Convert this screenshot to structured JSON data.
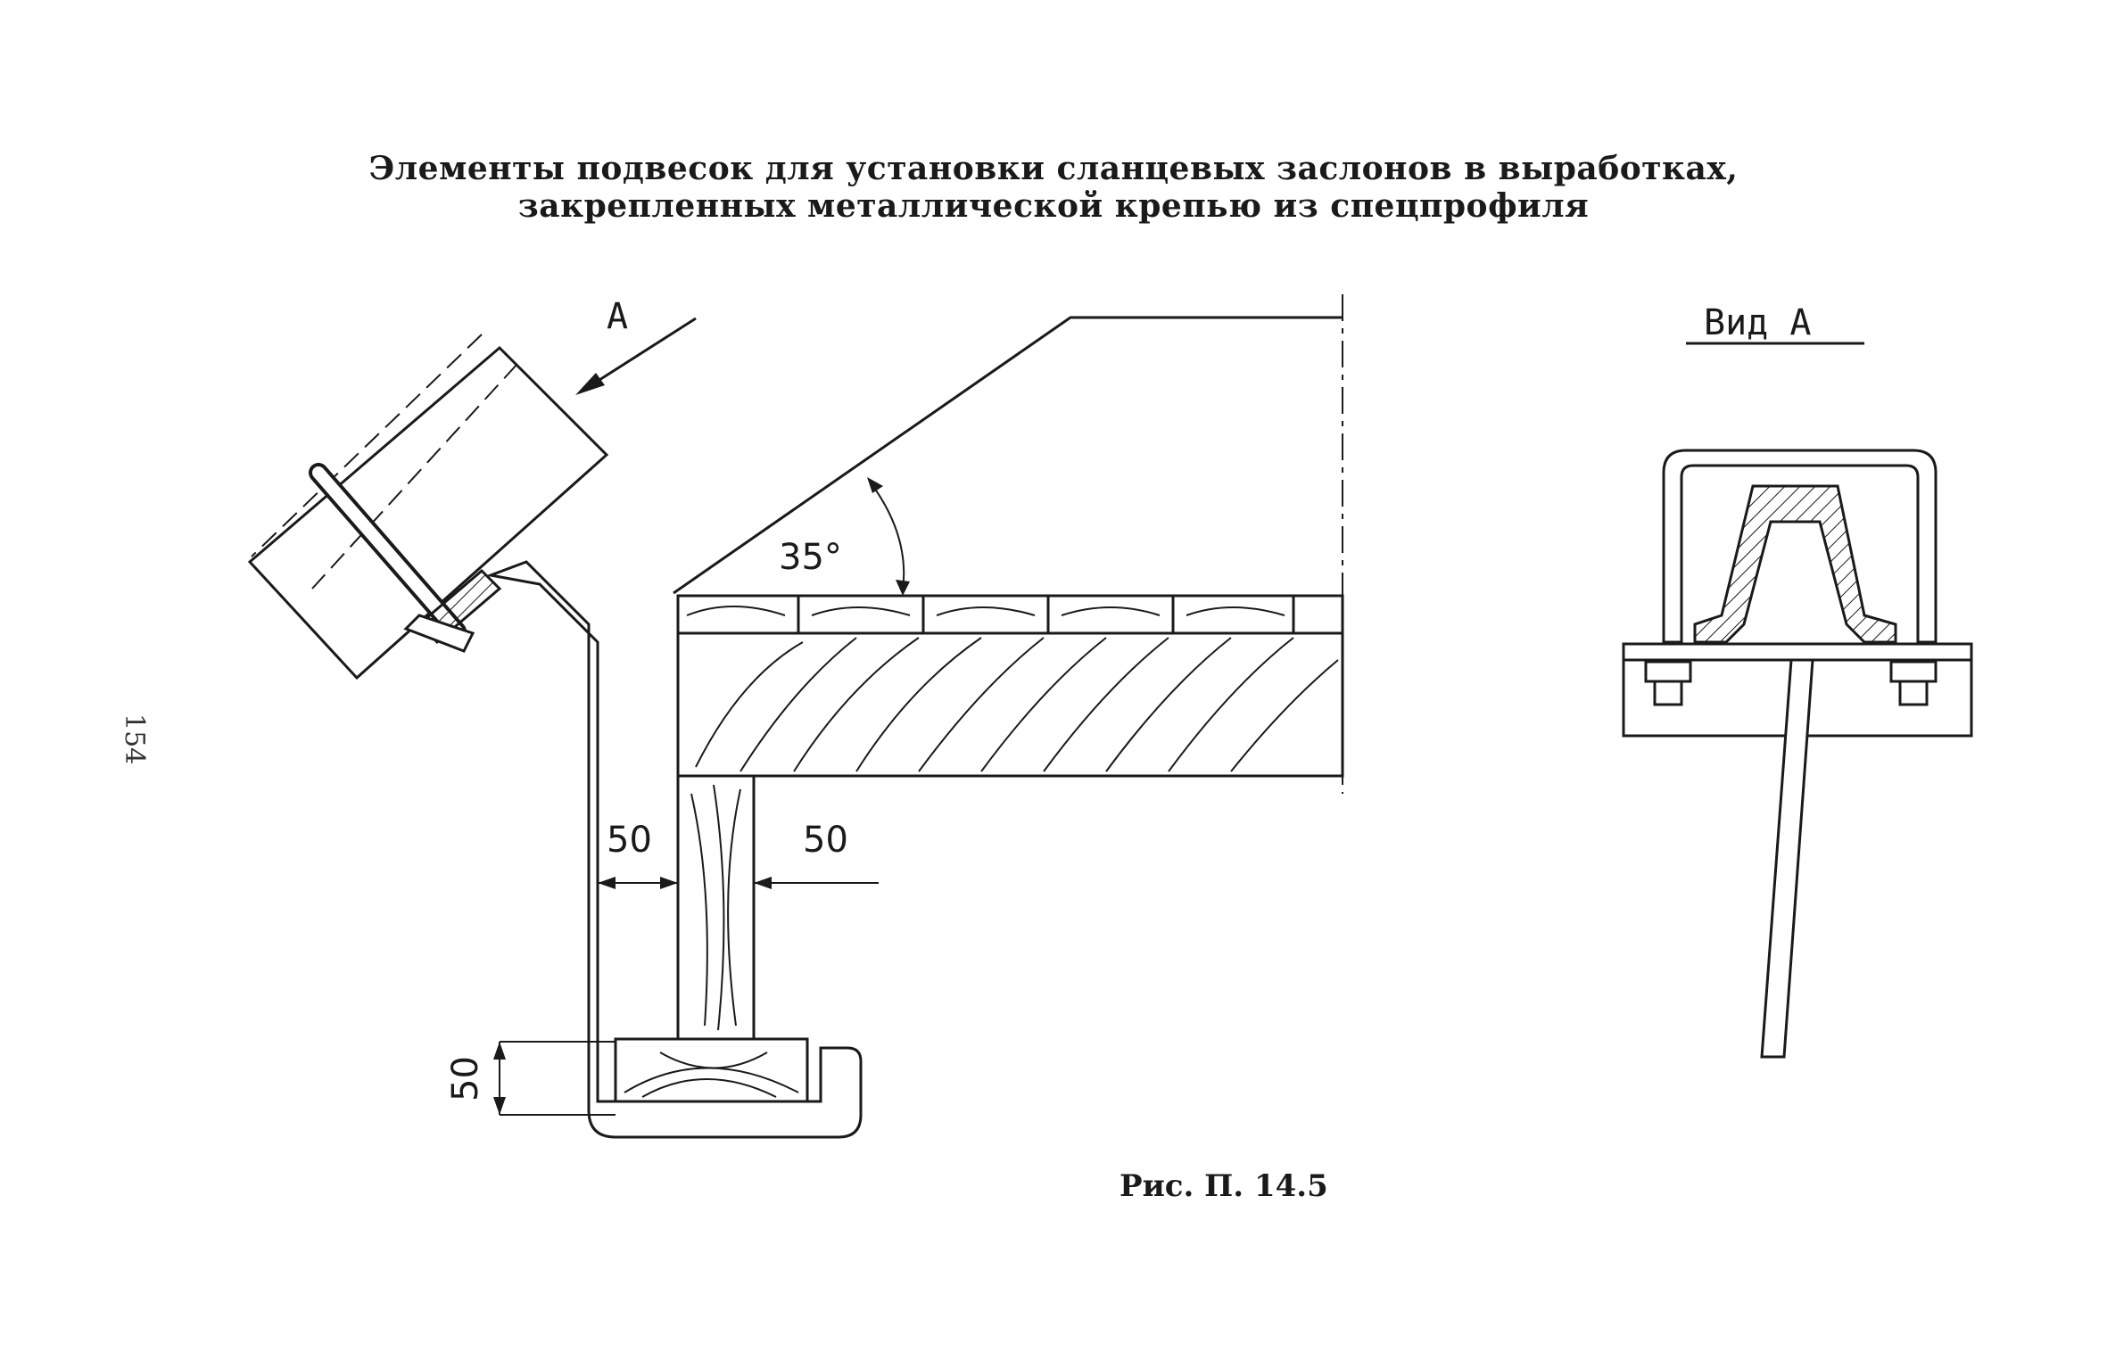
{
  "title": {
    "line1": "Элементы подвесок для установки сланцевых заслонов в выработках,",
    "line2": "закрепленных металлической крепью из спецпрофиля"
  },
  "caption": "Рис. П. 14.5",
  "page_number": "154",
  "labels": {
    "view_marker": "А",
    "view_title": "Вид А",
    "angle": "35°",
    "dim_left": "50",
    "dim_right": "50",
    "dim_vertical": "50"
  }
}
